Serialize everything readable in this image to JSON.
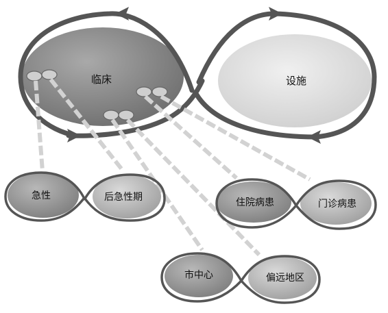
{
  "main": {
    "left_label": "临床",
    "right_label": "设施"
  },
  "groups": {
    "acute": {
      "left_label": "急性",
      "right_label": "后急性期"
    },
    "patient": {
      "left_label": "住院病患",
      "right_label": "门诊病患"
    },
    "location": {
      "left_label": "市中心",
      "right_label": "偏远地区"
    }
  },
  "colors": {
    "loop": "#555555",
    "left_fill": "#8a8a8a",
    "right_fill": "#e2e2e2",
    "connector": "#cfcfcf"
  }
}
